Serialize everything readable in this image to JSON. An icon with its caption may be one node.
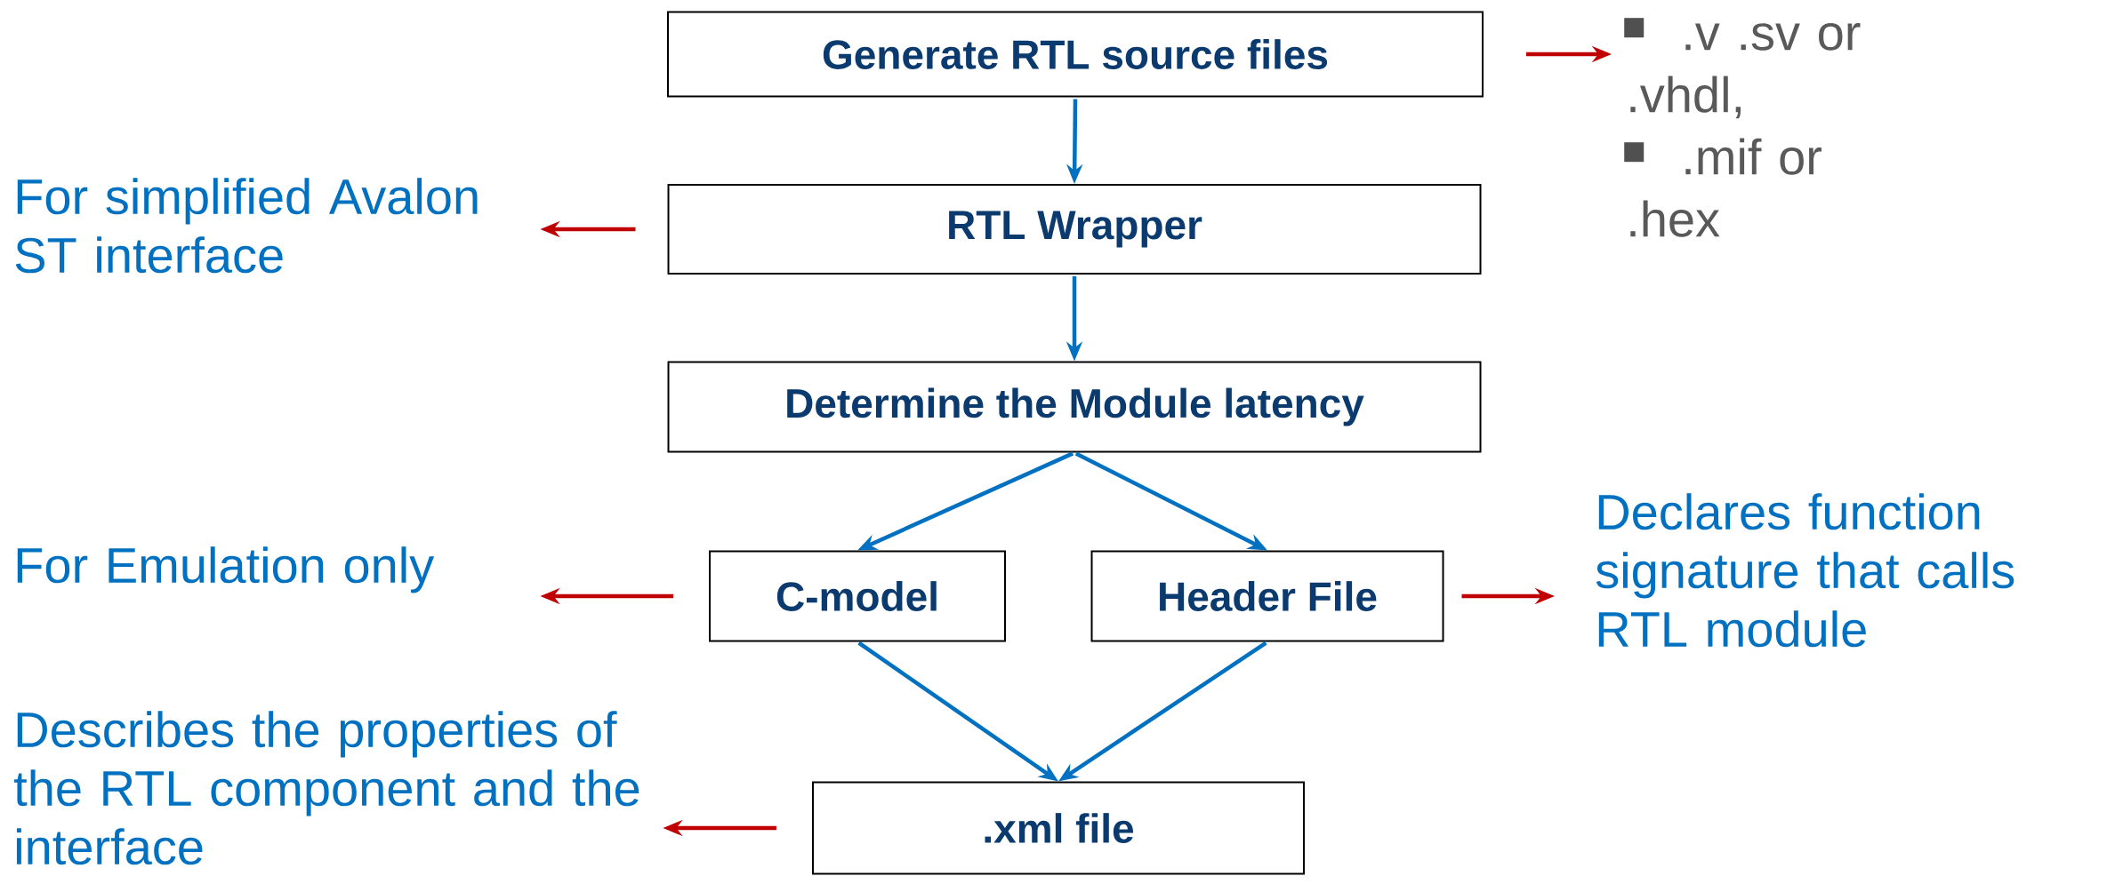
{
  "diagram": {
    "nodes": [
      {
        "text": [
          "Generate RTL source files"
        ]
      },
      {
        "text": [
          "RTL Wrapper"
        ]
      },
      {
        "text": [
          "Determine the Module latency"
        ]
      },
      {
        "text": [
          "C-model"
        ]
      },
      {
        "text": [
          "Header File"
        ]
      },
      {
        "text": [
          ".xml file"
        ]
      },
      {
        "text": [
          ".v .sv or .vhdl,",
          ".mif or .hex"
        ]
      },
      {
        "text": [
          "For simplified Avalon ST interface"
        ]
      },
      {
        "text": [
          "For Emulation only"
        ]
      },
      {
        "text": [
          "Declares function signature that calls RTL module"
        ]
      },
      {
        "text": [
          "Describes the properties of the RTL component and the interface"
        ]
      }
    ],
    "edges": [
      {
        "from": 0,
        "to": 1,
        "arrow": "to"
      },
      {
        "from": 1,
        "to": 2,
        "arrow": "to"
      },
      {
        "from": 2,
        "to": 3,
        "arrow": "to"
      },
      {
        "from": 2,
        "to": 4,
        "arrow": "to"
      },
      {
        "from": 3,
        "to": 5,
        "arrow": "to"
      },
      {
        "from": 4,
        "to": 5,
        "arrow": "to"
      },
      {
        "from": 0,
        "to": 6,
        "arrow": "to",
        "color": "#c00000"
      },
      {
        "from": 1,
        "to": 7,
        "arrow": "to",
        "color": "#c00000"
      },
      {
        "from": 3,
        "to": 8,
        "arrow": "to",
        "color": "#c00000"
      },
      {
        "from": 4,
        "to": 9,
        "arrow": "to",
        "color": "#c00000"
      },
      {
        "from": 5,
        "to": 10,
        "arrow": "to",
        "color": "#c00000"
      }
    ]
  }
}
